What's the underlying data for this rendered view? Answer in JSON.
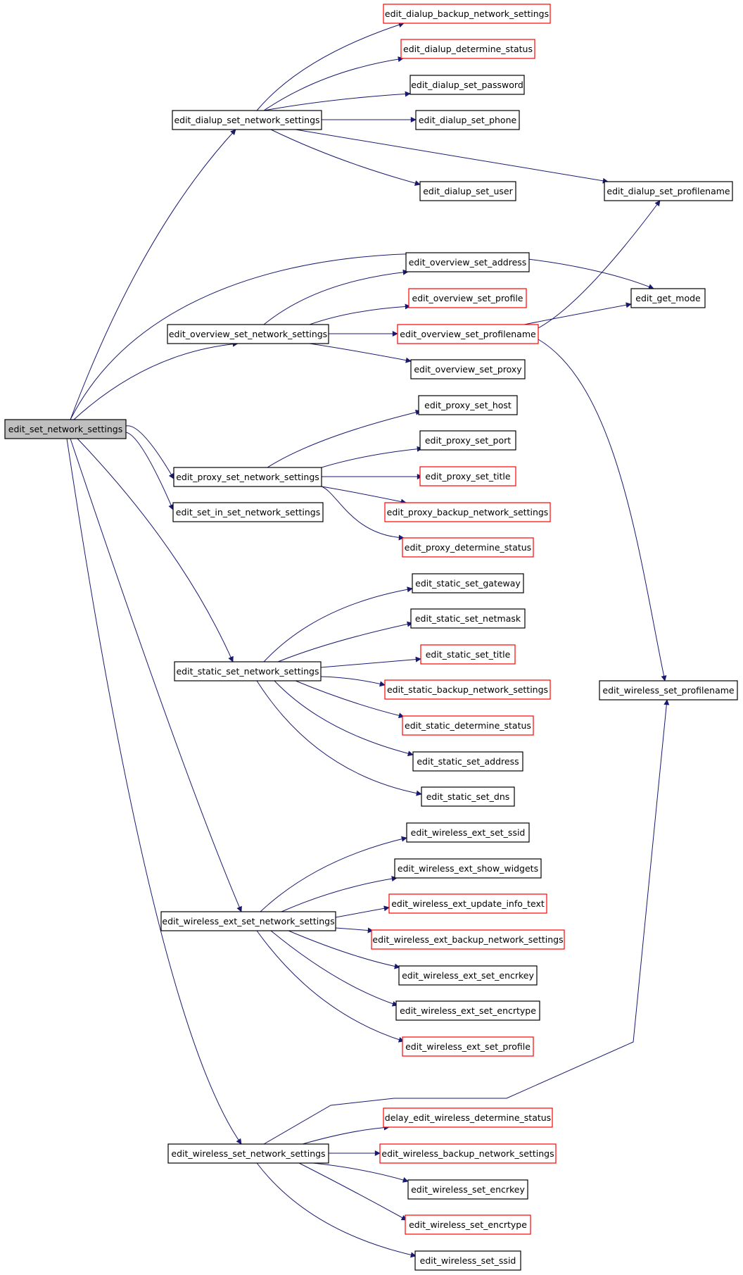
{
  "colors": {
    "edge": "#191970",
    "root_fill": "#bfbfbf",
    "node_fill": "#ffffff",
    "border_normal": "#000000",
    "border_truncated": "#ff0000"
  },
  "nodes": [
    {
      "id": "root",
      "label": "edit_set_network_settings",
      "style": "root"
    },
    {
      "id": "dialup",
      "label": "edit_dialup_set_network_settings",
      "style": "normal"
    },
    {
      "id": "overview",
      "label": "edit_overview_set_network_settings",
      "style": "normal"
    },
    {
      "id": "proxy",
      "label": "edit_proxy_set_network_settings",
      "style": "normal"
    },
    {
      "id": "setin",
      "label": "edit_set_in_set_network_settings",
      "style": "normal"
    },
    {
      "id": "static",
      "label": "edit_static_set_network_settings",
      "style": "normal"
    },
    {
      "id": "wext",
      "label": "edit_wireless_ext_set_network_settings",
      "style": "normal"
    },
    {
      "id": "wireless",
      "label": "edit_wireless_set_network_settings",
      "style": "normal"
    },
    {
      "id": "d_backup",
      "label": "edit_dialup_backup_network_settings",
      "style": "truncated"
    },
    {
      "id": "d_status",
      "label": "edit_dialup_determine_status",
      "style": "truncated"
    },
    {
      "id": "d_pass",
      "label": "edit_dialup_set_password",
      "style": "normal"
    },
    {
      "id": "d_phone",
      "label": "edit_dialup_set_phone",
      "style": "normal"
    },
    {
      "id": "d_user",
      "label": "edit_dialup_set_user",
      "style": "normal"
    },
    {
      "id": "d_profname",
      "label": "edit_dialup_set_profilename",
      "style": "normal"
    },
    {
      "id": "get_mode",
      "label": "edit_get_mode",
      "style": "normal"
    },
    {
      "id": "o_address",
      "label": "edit_overview_set_address",
      "style": "normal"
    },
    {
      "id": "o_profile",
      "label": "edit_overview_set_profile",
      "style": "truncated"
    },
    {
      "id": "o_profname",
      "label": "edit_overview_set_profilename",
      "style": "truncated"
    },
    {
      "id": "o_proxy",
      "label": "edit_overview_set_proxy",
      "style": "normal"
    },
    {
      "id": "p_host",
      "label": "edit_proxy_set_host",
      "style": "normal"
    },
    {
      "id": "p_port",
      "label": "edit_proxy_set_port",
      "style": "normal"
    },
    {
      "id": "p_title",
      "label": "edit_proxy_set_title",
      "style": "truncated"
    },
    {
      "id": "p_backup",
      "label": "edit_proxy_backup_network_settings",
      "style": "truncated"
    },
    {
      "id": "p_status",
      "label": "edit_proxy_determine_status",
      "style": "truncated"
    },
    {
      "id": "s_gateway",
      "label": "edit_static_set_gateway",
      "style": "normal"
    },
    {
      "id": "s_netmask",
      "label": "edit_static_set_netmask",
      "style": "normal"
    },
    {
      "id": "s_title",
      "label": "edit_static_set_title",
      "style": "truncated"
    },
    {
      "id": "s_backup",
      "label": "edit_static_backup_network_settings",
      "style": "truncated"
    },
    {
      "id": "s_status",
      "label": "edit_static_determine_status",
      "style": "truncated"
    },
    {
      "id": "s_address",
      "label": "edit_static_set_address",
      "style": "normal"
    },
    {
      "id": "s_dns",
      "label": "edit_static_set_dns",
      "style": "normal"
    },
    {
      "id": "w_profname",
      "label": "edit_wireless_set_profilename",
      "style": "normal"
    },
    {
      "id": "we_ssid",
      "label": "edit_wireless_ext_set_ssid",
      "style": "normal"
    },
    {
      "id": "we_widgets",
      "label": "edit_wireless_ext_show_widgets",
      "style": "normal"
    },
    {
      "id": "we_info",
      "label": "edit_wireless_ext_update_info_text",
      "style": "truncated"
    },
    {
      "id": "we_backup",
      "label": "edit_wireless_ext_backup_network_settings",
      "style": "truncated"
    },
    {
      "id": "we_encrkey",
      "label": "edit_wireless_ext_set_encrkey",
      "style": "normal"
    },
    {
      "id": "we_encrtype",
      "label": "edit_wireless_ext_set_encrtype",
      "style": "normal"
    },
    {
      "id": "we_profile",
      "label": "edit_wireless_ext_set_profile",
      "style": "truncated"
    },
    {
      "id": "w_delay",
      "label": "delay_edit_wireless_determine_status",
      "style": "truncated"
    },
    {
      "id": "w_backup",
      "label": "edit_wireless_backup_network_settings",
      "style": "truncated"
    },
    {
      "id": "w_encrkey",
      "label": "edit_wireless_set_encrkey",
      "style": "normal"
    },
    {
      "id": "w_encrtype",
      "label": "edit_wireless_set_encrtype",
      "style": "truncated"
    },
    {
      "id": "w_ssid",
      "label": "edit_wireless_set_ssid",
      "style": "normal"
    }
  ],
  "edges": [
    {
      "from": "root",
      "to": "dialup"
    },
    {
      "from": "root",
      "to": "overview"
    },
    {
      "from": "root",
      "to": "proxy"
    },
    {
      "from": "root",
      "to": "setin"
    },
    {
      "from": "root",
      "to": "static"
    },
    {
      "from": "root",
      "to": "wext"
    },
    {
      "from": "root",
      "to": "wireless"
    },
    {
      "from": "root",
      "to": "get_mode"
    },
    {
      "from": "dialup",
      "to": "d_backup"
    },
    {
      "from": "dialup",
      "to": "d_status"
    },
    {
      "from": "dialup",
      "to": "d_pass"
    },
    {
      "from": "dialup",
      "to": "d_phone"
    },
    {
      "from": "dialup",
      "to": "d_user"
    },
    {
      "from": "dialup",
      "to": "d_profname"
    },
    {
      "from": "overview",
      "to": "o_address"
    },
    {
      "from": "overview",
      "to": "o_profile"
    },
    {
      "from": "overview",
      "to": "o_profname"
    },
    {
      "from": "overview",
      "to": "o_proxy"
    },
    {
      "from": "o_profname",
      "to": "get_mode"
    },
    {
      "from": "o_profname",
      "to": "d_profname"
    },
    {
      "from": "o_profname",
      "to": "w_profname"
    },
    {
      "from": "proxy",
      "to": "p_host"
    },
    {
      "from": "proxy",
      "to": "p_port"
    },
    {
      "from": "proxy",
      "to": "p_title"
    },
    {
      "from": "proxy",
      "to": "p_backup"
    },
    {
      "from": "proxy",
      "to": "p_status"
    },
    {
      "from": "static",
      "to": "s_gateway"
    },
    {
      "from": "static",
      "to": "s_netmask"
    },
    {
      "from": "static",
      "to": "s_title"
    },
    {
      "from": "static",
      "to": "s_backup"
    },
    {
      "from": "static",
      "to": "s_status"
    },
    {
      "from": "static",
      "to": "s_address"
    },
    {
      "from": "static",
      "to": "s_dns"
    },
    {
      "from": "wext",
      "to": "we_ssid"
    },
    {
      "from": "wext",
      "to": "we_widgets"
    },
    {
      "from": "wext",
      "to": "we_info"
    },
    {
      "from": "wext",
      "to": "we_backup"
    },
    {
      "from": "wext",
      "to": "we_encrkey"
    },
    {
      "from": "wext",
      "to": "we_encrtype"
    },
    {
      "from": "wext",
      "to": "we_profile"
    },
    {
      "from": "wireless",
      "to": "w_profname"
    },
    {
      "from": "wireless",
      "to": "w_delay"
    },
    {
      "from": "wireless",
      "to": "w_backup"
    },
    {
      "from": "wireless",
      "to": "w_encrkey"
    },
    {
      "from": "wireless",
      "to": "w_encrtype"
    },
    {
      "from": "wireless",
      "to": "w_ssid"
    }
  ]
}
